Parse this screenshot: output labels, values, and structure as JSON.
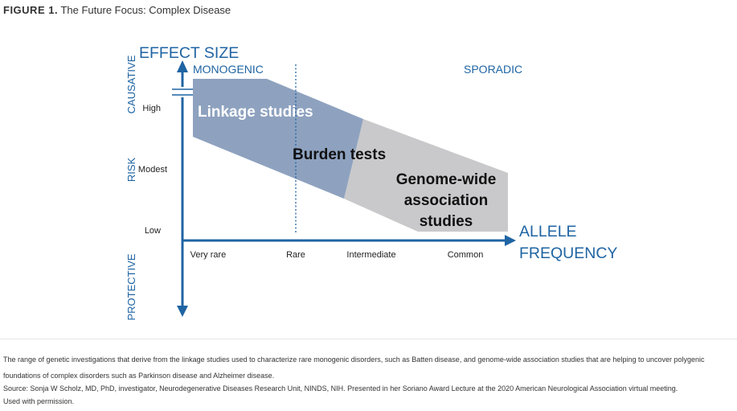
{
  "figure": {
    "label": "FIGURE 1.",
    "title": "The Future Focus: Complex Disease"
  },
  "diagram": {
    "y_axis_title": "EFFECT SIZE",
    "x_axis_title_line1": "ALLELE",
    "x_axis_title_line2": "FREQUENCY",
    "y_side_labels": [
      "CAUSATIVE",
      "RISK",
      "PROTECTIVE"
    ],
    "y_levels": [
      "High",
      "Modest",
      "Low"
    ],
    "x_levels": [
      "Very rare",
      "Rare",
      "Intermediate",
      "Common"
    ],
    "headers": {
      "left": "MONOGENIC",
      "right": "SPORADIC"
    },
    "regions": {
      "linkage": "Linkage studies",
      "burden": "Burden tests",
      "gwas_line1": "Genome-wide",
      "gwas_line2": "association",
      "gwas_line3": "studies"
    },
    "colors": {
      "axis": "#1f64a3",
      "linkage_fill": "#8ea2bf",
      "gwas_fill": "#c9c9cb",
      "tick_text": "#222222",
      "linkage_text": "#ffffff",
      "region_text": "#111111"
    }
  },
  "caption": {
    "main": "The range of genetic investigations that derive from the linkage studies used to characterize rare monogenic disorders, such as Batten disease, and genome-wide association studies that are helping to uncover polygenic foundations of complex disorders such as Parkinson disease and Alzheimer disease.",
    "source": "Source: Sonja W Scholz, MD, PhD, investigator, Neurodegenerative Diseases Research Unit, NINDS, NIH. Presented in her Soriano Award Lecture at the 2020 American Neurological Association virtual meeting.",
    "permission": "Used with permission."
  }
}
